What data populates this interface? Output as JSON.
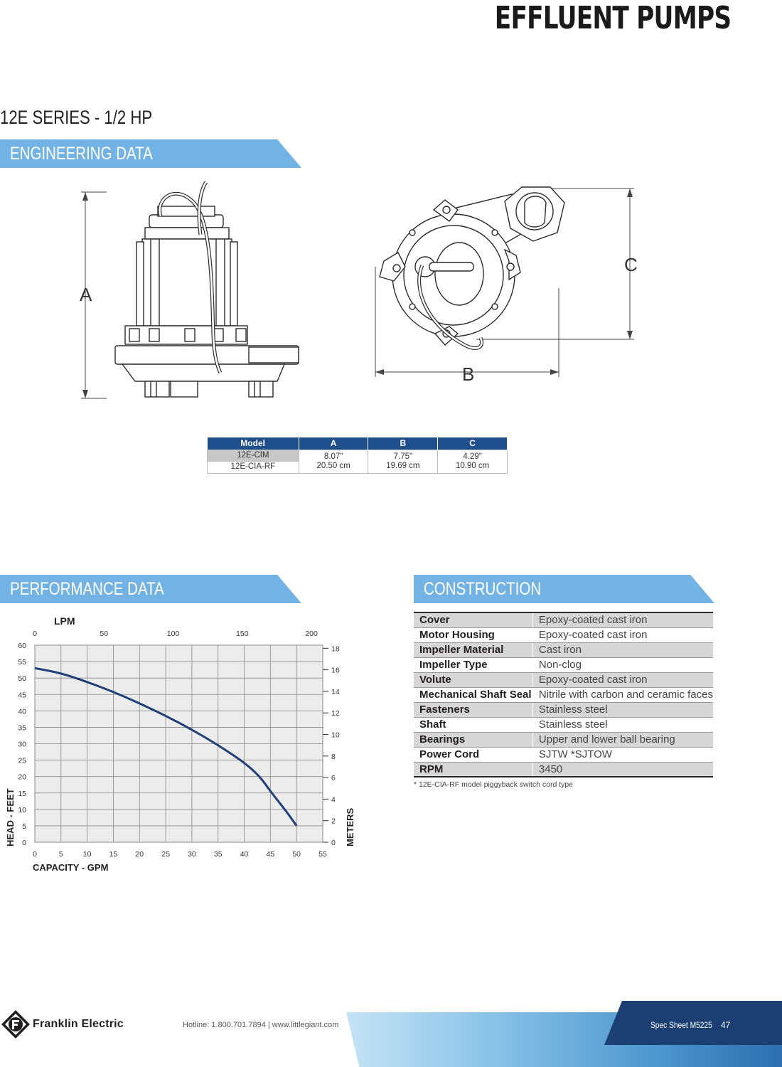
{
  "header": {
    "page_heading": "EFFLUENT PUMPS",
    "series_title": "12E SERIES - 1/2 HP"
  },
  "sections": {
    "engineering": "ENGINEERING DATA",
    "performance": "PERFORMANCE DATA",
    "construction": "CONSTRUCTION"
  },
  "drawing": {
    "dim_a": "A",
    "dim_b": "B",
    "dim_c": "C"
  },
  "dimension_table": {
    "headers": [
      "Model",
      "A",
      "B",
      "C"
    ],
    "models": [
      "12E-CIM",
      "12E-CIA-RF"
    ],
    "a_in": "8.07\"",
    "a_cm": "20.50 cm",
    "b_in": "7.75\"",
    "b_cm": "19.69 cm",
    "c_in": "4.29\"",
    "c_cm": "10.90 cm"
  },
  "construction": {
    "rows": [
      {
        "label": "Cover",
        "value": "Epoxy-coated cast iron"
      },
      {
        "label": "Motor Housing",
        "value": "Epoxy-coated cast iron"
      },
      {
        "label": "Impeller Material",
        "value": "Cast iron"
      },
      {
        "label": "Impeller Type",
        "value": "Non-clog"
      },
      {
        "label": "Volute",
        "value": "Epoxy-coated cast iron"
      },
      {
        "label": "Mechanical Shaft Seal",
        "value": "Nitrile with carbon and ceramic faces"
      },
      {
        "label": "Fasteners",
        "value": "Stainless steel"
      },
      {
        "label": "Shaft",
        "value": "Stainless steel"
      },
      {
        "label": "Bearings",
        "value": "Upper and lower ball bearing"
      },
      {
        "label": "Power Cord",
        "value": "SJTW *SJTOW"
      },
      {
        "label": "RPM",
        "value": "3450"
      }
    ],
    "note": "* 12E-CIA-RF model piggyback switch cord type"
  },
  "chart_data": {
    "type": "line",
    "title": "",
    "xlabel": "CAPACITY - GPM",
    "ylabel": "HEAD - FEET",
    "top_axis_label": "LPM",
    "right_axis_label": "METERS",
    "xlim": [
      0,
      55
    ],
    "ylim": [
      0,
      60
    ],
    "x_ticks": [
      0,
      5,
      10,
      15,
      20,
      25,
      30,
      35,
      40,
      45,
      50,
      55
    ],
    "y_ticks": [
      0,
      5,
      10,
      15,
      20,
      25,
      30,
      35,
      40,
      45,
      50,
      55,
      60
    ],
    "top_ticks": [
      0,
      50,
      100,
      150,
      200
    ],
    "right_ticks": [
      0,
      2,
      4,
      6,
      8,
      10,
      12,
      14,
      16,
      18
    ],
    "grid": true,
    "line_color": "#1f3f7a",
    "series": [
      {
        "x": [
          0,
          5,
          10,
          15,
          20,
          25,
          30,
          35,
          40,
          43,
          45,
          48,
          50
        ],
        "values": [
          53,
          51.5,
          48.8,
          45.8,
          42.3,
          38.5,
          34.3,
          29.6,
          24.3,
          20,
          15.5,
          9.5,
          5
        ]
      }
    ]
  },
  "footer": {
    "brand": "Franklin Electric",
    "contact": "Hotline: 1.800.701.7894  |  www.littlegiant.com",
    "sheet": "Spec Sheet M5225",
    "page_number": "47"
  }
}
